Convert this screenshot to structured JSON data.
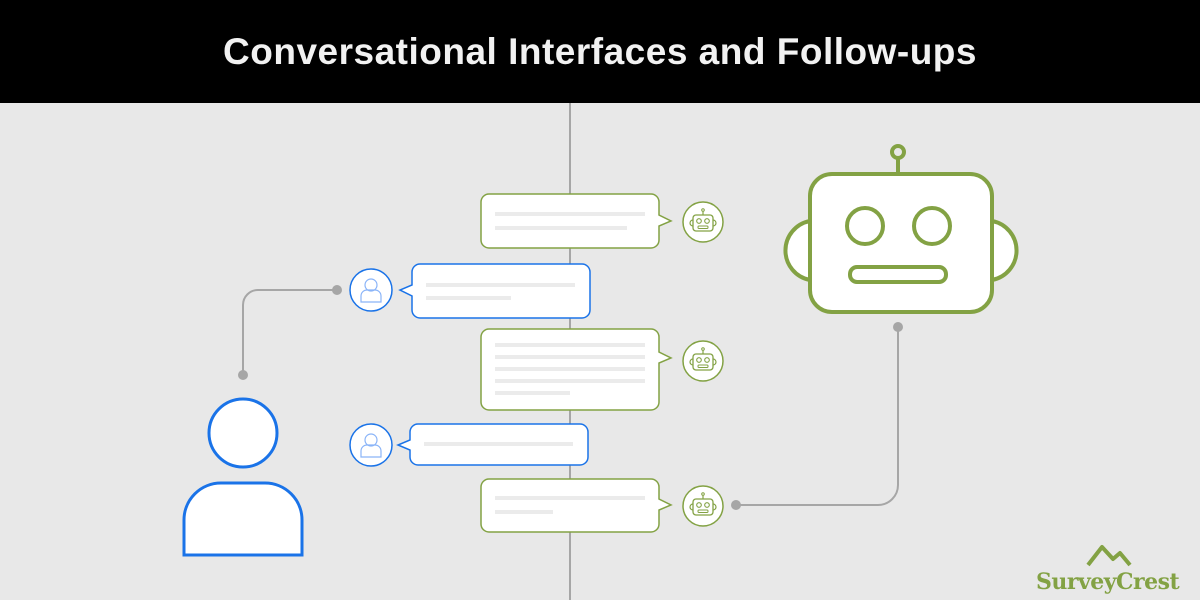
{
  "header": {
    "title": "Conversational Interfaces and Follow-ups"
  },
  "logo": {
    "text": "SurveyCrest"
  },
  "colors": {
    "bot": "#83a244",
    "user": "#1a73e8",
    "line": "#a6a6a6",
    "background": "#e8e8e8"
  },
  "messages": [
    {
      "sender": "bot",
      "icon": "robot-icon",
      "lines": 2
    },
    {
      "sender": "user",
      "icon": "user-icon",
      "lines": 2
    },
    {
      "sender": "bot",
      "icon": "robot-icon",
      "lines": 5
    },
    {
      "sender": "user",
      "icon": "user-icon",
      "lines": 1
    },
    {
      "sender": "bot",
      "icon": "robot-icon",
      "lines": 2
    }
  ]
}
